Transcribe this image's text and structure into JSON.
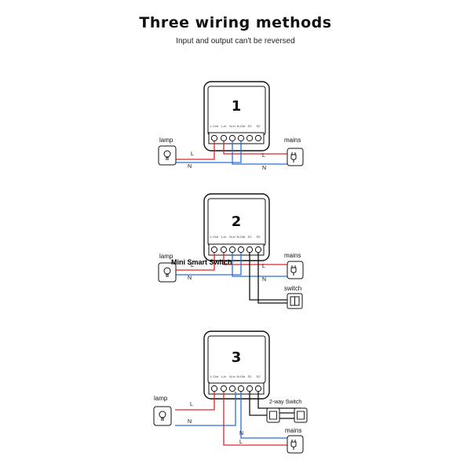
{
  "header": {
    "title": "Three wiring methods",
    "subtitle": "Input and output can't be reversed"
  },
  "terminals": [
    "L-Out",
    "L-in",
    "N-in",
    "N-Out",
    "S1",
    "S2"
  ],
  "diagrams": [
    {
      "number": "1",
      "lamp": "lamp",
      "mains": "mains",
      "L": "L",
      "N": "N"
    },
    {
      "number": "2",
      "lamp": "lamp",
      "mains": "mains",
      "switch": "switch",
      "L": "L",
      "N": "N",
      "overlay": "Mini Smart Switch"
    },
    {
      "number": "3",
      "lamp": "lamp",
      "mains": "mains",
      "two_way": "2-way Switch",
      "L": "L",
      "N": "N"
    }
  ],
  "colors": {
    "live": "#e0242b",
    "neutral": "#2a6fd6",
    "switch_wire": "#111111"
  }
}
